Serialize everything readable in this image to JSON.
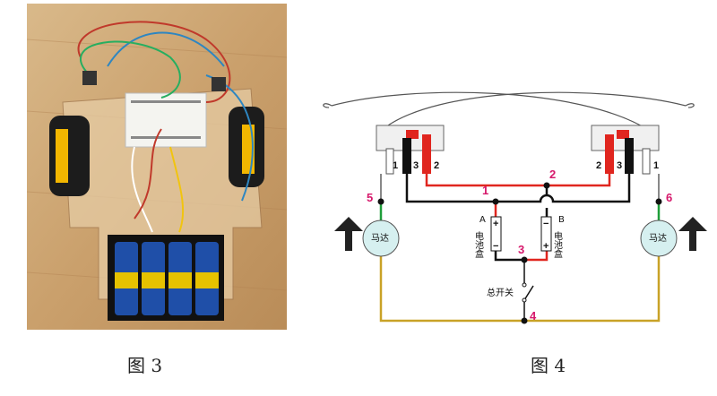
{
  "figure3": {
    "caption": "图 3"
  },
  "figure4": {
    "caption": "图 4",
    "node_labels": [
      "1",
      "2",
      "3",
      "4",
      "5",
      "6"
    ],
    "left_switch_pins": [
      "1",
      "3",
      "2"
    ],
    "right_switch_pins": [
      "2",
      "3",
      "1"
    ],
    "motor_label": "马达",
    "battery_a": {
      "letter": "A",
      "text": "电池盒",
      "plus": "+",
      "minus": "−"
    },
    "battery_b": {
      "letter": "B",
      "text": "电池盒",
      "plus": "+",
      "minus": "−"
    },
    "main_switch_label": "总开关"
  },
  "colors": {
    "red": "#e0261f",
    "green": "#1f9e3a",
    "yellow": "#c9a227",
    "black": "#111111",
    "pink": "#d6186b"
  }
}
